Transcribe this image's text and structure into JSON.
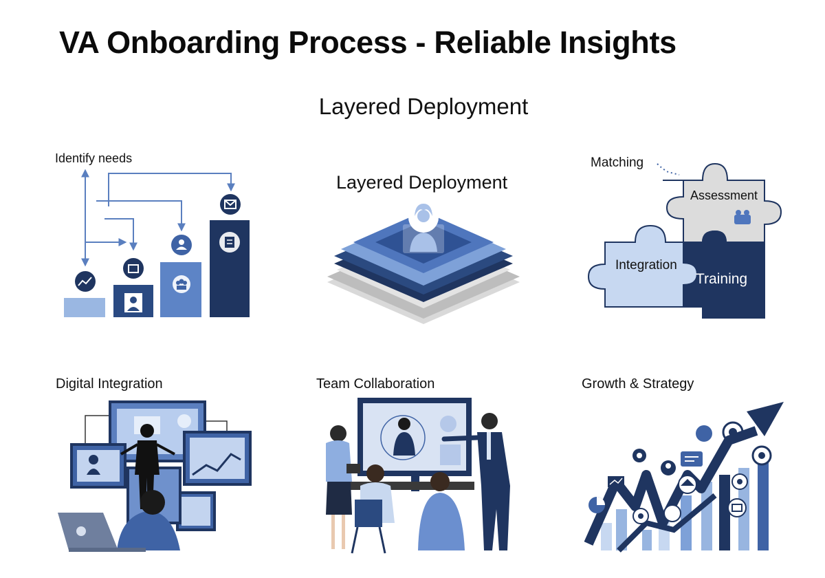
{
  "title": "VA Onboarding Process - Reliable Insights",
  "section_title": "Layered Deployment",
  "panels": {
    "identify": {
      "label": "Identify needs"
    },
    "layered": {
      "label": "Layered Deployment"
    },
    "puzzle": {
      "label": "Matching",
      "pieces": {
        "assessment": "Assessment",
        "integration": "Integration",
        "training": "Training"
      }
    },
    "digital": {
      "label": "Digital Integration"
    },
    "team": {
      "label": "Team Collaboration"
    },
    "growth": {
      "label": "Growth & Strategy"
    }
  },
  "colors": {
    "navy": "#1f3560",
    "mid_blue": "#3f63a5",
    "light_blue": "#98b5e0",
    "pale_blue": "#c9d8ef",
    "grey": "#d6d6d6"
  }
}
